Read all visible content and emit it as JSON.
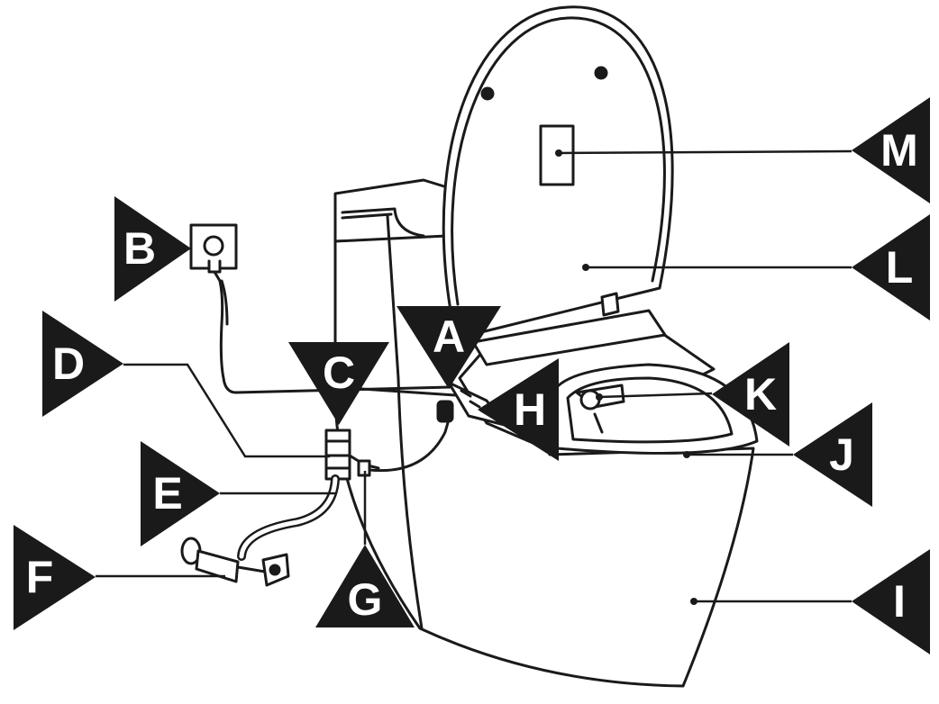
{
  "colors": {
    "ink": "#1a1a1a",
    "paper": "#ffffff",
    "label_text": "#ffffff"
  },
  "callouts": [
    {
      "id": "a",
      "letter": "A"
    },
    {
      "id": "b",
      "letter": "B"
    },
    {
      "id": "c",
      "letter": "C"
    },
    {
      "id": "d",
      "letter": "D"
    },
    {
      "id": "e",
      "letter": "E"
    },
    {
      "id": "f",
      "letter": "F"
    },
    {
      "id": "g",
      "letter": "G"
    },
    {
      "id": "h",
      "letter": "H"
    },
    {
      "id": "i",
      "letter": "I"
    },
    {
      "id": "j",
      "letter": "J"
    },
    {
      "id": "k",
      "letter": "K"
    },
    {
      "id": "l",
      "letter": "L"
    },
    {
      "id": "m",
      "letter": "M"
    }
  ]
}
